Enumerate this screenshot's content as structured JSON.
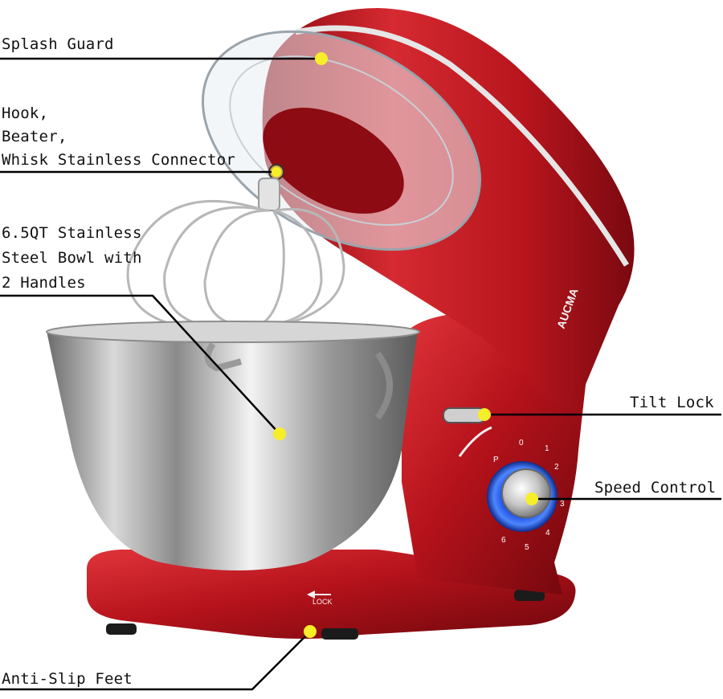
{
  "callouts": {
    "splash_guard": "Splash Guard",
    "connector_line1": "Hook,",
    "connector_line2": "Beater,",
    "connector_line3": "Whisk Stainless Connector",
    "bowl_line1": "6.5QT Stainless",
    "bowl_line2": "Steel Bowl with",
    "bowl_line3": "2 Handles",
    "tilt_lock": "Tilt Lock",
    "speed_control": "Speed Control",
    "anti_slip_feet": "Anti-Slip Feet"
  },
  "product": {
    "brand": "AUCMA",
    "base_lock_text": "LOCK",
    "dial_marks": [
      "0",
      "1",
      "2",
      "3",
      "4",
      "5",
      "6",
      "P"
    ]
  },
  "colors": {
    "body_red": "#b5121b",
    "marker_yellow": "#f7ee2a",
    "dial_blue": "#1f4fe0"
  }
}
